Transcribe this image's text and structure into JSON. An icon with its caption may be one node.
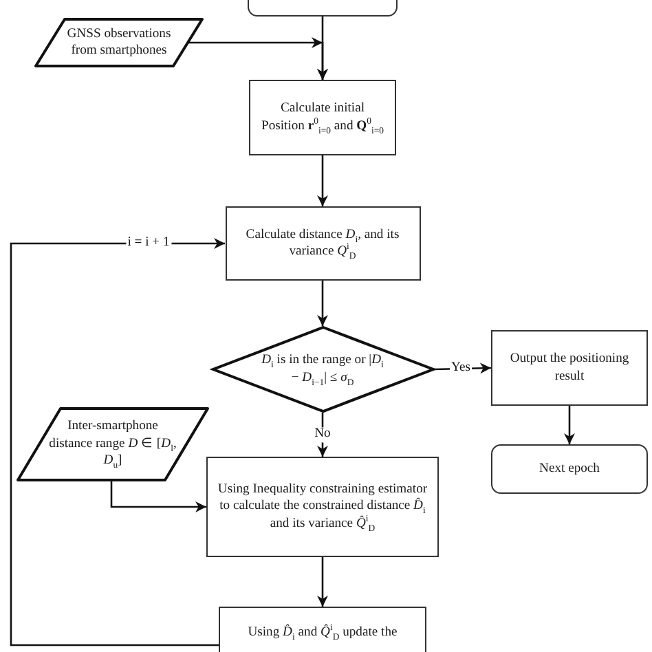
{
  "diagram": {
    "nodes": [
      {
        "text": [],
        "shape": "box"
      },
      {
        "text": [
          "GNSS observations from smartphones"
        ]
      },
      {
        "text": [
          "Calculate initial Position **r**$^{0}$$_{i=0}$ and **Q**$^{0}$$_{i=0}$"
        ]
      },
      {
        "text": [
          "Calculate distance *D*$_{i}$, and its variance *Q*$^{i}$$_{D}$"
        ]
      },
      {
        "text": [
          "*D*$_{i}$ is in the range or |*D*$_{i}$ − *D*$_{i−1}$| ≤ *σ*$_{D}$"
        ]
      },
      {
        "text": [
          "Output the positioning result"
        ]
      },
      {
        "text": [
          "Next epoch"
        ]
      },
      {
        "text": [
          "Inter-smartphone distance range *D* ∈ [*D*$_{l}$, *D*$_{u}$]"
        ]
      },
      {
        "text": [
          "Using Inequality constraining estimator to calculate the constrained distance *D̂*$_{i}$ and its variance *Q̂*$^{i}$$_{D}$"
        ]
      },
      {
        "text": [
          "Using *D̂*$_{i}$ and *Q̂*$^{i}$$_{D}$ update the"
        ]
      }
    ],
    "edges": [
      {
        "from": 0,
        "to": 2,
        "arrow": "to"
      },
      {
        "from": 1,
        "to": 2,
        "arrow": "to"
      },
      {
        "from": 2,
        "to": 3,
        "arrow": "to"
      },
      {
        "from": 3,
        "to": 4,
        "arrow": "to"
      },
      {
        "from": 4,
        "to": 5,
        "arrow": "to",
        "label": "Yes"
      },
      {
        "from": 5,
        "to": 6,
        "arrow": "to"
      },
      {
        "from": 4,
        "to": 8,
        "arrow": "to",
        "label": "No"
      },
      {
        "from": 7,
        "to": 8,
        "arrow": "to"
      },
      {
        "from": 8,
        "to": 9,
        "arrow": "to"
      },
      {
        "from": 9,
        "to": 3,
        "arrow": "to",
        "label": "i = i + 1"
      }
    ]
  }
}
